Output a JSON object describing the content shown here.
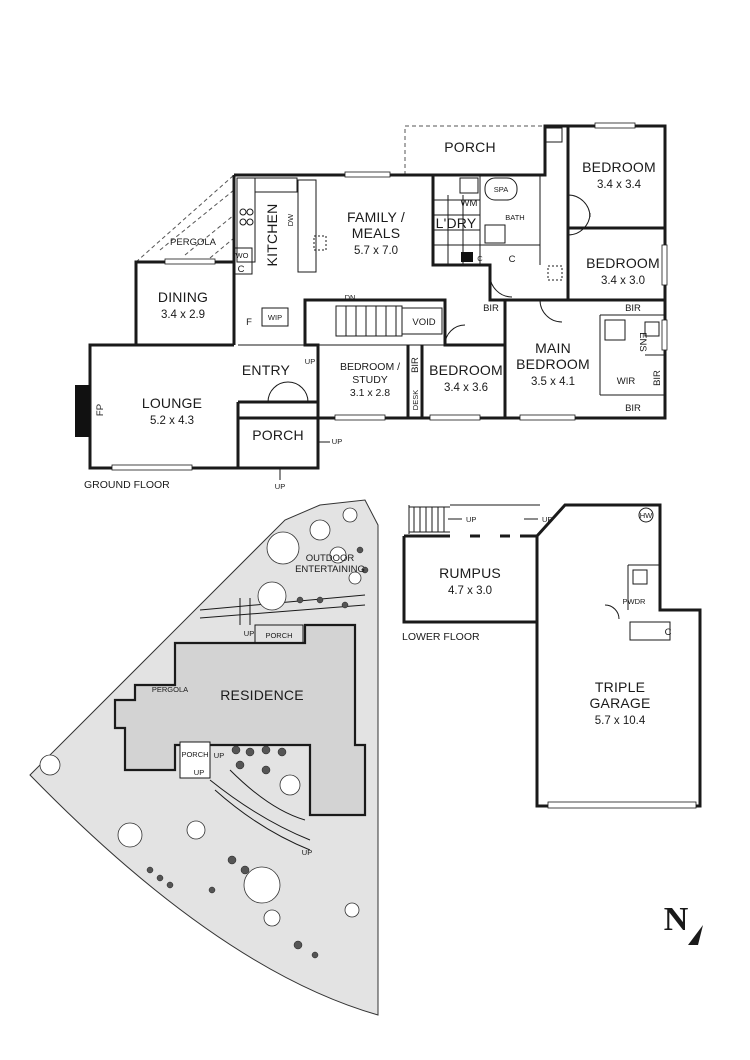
{
  "ground_floor": {
    "label": "GROUND FLOOR",
    "rooms": {
      "porch_top": "PORCH",
      "bedroom_1": "BEDROOM",
      "bedroom_1_dim": "3.4 x 3.4",
      "bedroom_2": "BEDROOM",
      "bedroom_2_dim": "3.4 x 3.0",
      "family_1": "FAMILY /",
      "family_2": "MEALS",
      "family_dim": "5.7 x 7.0",
      "kitchen": "KITCHEN",
      "laundry": "L'DRY",
      "dining": "DINING",
      "dining_dim": "3.4 x 2.9",
      "lounge": "LOUNGE",
      "lounge_dim": "5.2 x 4.3",
      "entry": "ENTRY",
      "porch_entry": "PORCH",
      "study_1": "BEDROOM /",
      "study_2": "STUDY",
      "study_dim": "3.1 x 2.8",
      "bedroom_3": "BEDROOM",
      "bedroom_3_dim": "3.4 x 3.6",
      "main_1": "MAIN",
      "main_2": "BEDROOM",
      "main_dim": "3.5 x 4.1"
    },
    "small": {
      "pergola": "PERGOLA",
      "wo": "WO",
      "c1": "C",
      "dw": "DW",
      "wm": "WM",
      "spa": "SPA",
      "bath": "BATH",
      "c2": "C",
      "c3": "C",
      "f": "F",
      "wip": "WIP",
      "dn": "DN",
      "void": "VOID",
      "bir1": "BIR",
      "bir2": "BIR",
      "bir3": "BIR",
      "bir4": "BIR",
      "bir5": "BIR",
      "ens": "ENS",
      "wir": "WIR",
      "desk": "DESK",
      "fp": "FP",
      "up1": "UP",
      "up2": "UP",
      "up3": "UP"
    }
  },
  "lower_floor": {
    "label": "LOWER FLOOR",
    "rumpus": "RUMPUS",
    "rumpus_dim": "4.7 x 3.0",
    "garage_1": "TRIPLE",
    "garage_2": "GARAGE",
    "garage_dim": "5.7 x 10.4",
    "pwdr": "PWDR",
    "c": "C",
    "hw": "HW",
    "up1": "UP",
    "up2": "UP"
  },
  "site_plan": {
    "residence": "RESIDENCE",
    "outdoor_1": "OUTDOOR",
    "outdoor_2": "ENTERTAINING",
    "porch_1": "PORCH",
    "porch_2": "PORCH",
    "pergola": "PERGOLA",
    "up1": "UP",
    "up2": "UP",
    "up3": "UP",
    "up4": "UP"
  },
  "north_label": "N"
}
